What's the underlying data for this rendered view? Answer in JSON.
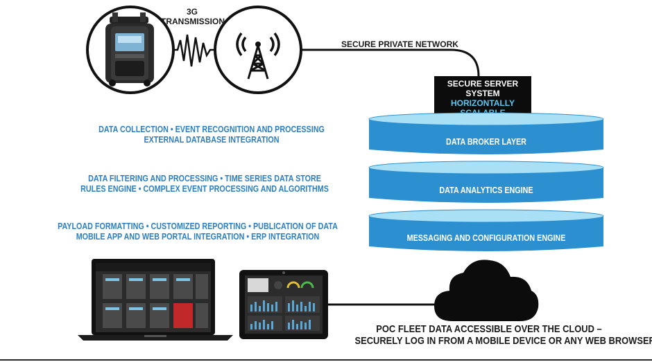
{
  "transmission": {
    "line1": "3G",
    "line2": "TRANSMISSION"
  },
  "network_label": "SECURE PRIVATE NETWORK",
  "server": {
    "line1": "SECURE SERVER SYSTEM",
    "line2": "HORIZONTALLY SCALABLE"
  },
  "layers": [
    {
      "name": "DATA BROKER LAYER",
      "desc1": "DATA COLLECTION  •  EVENT RECOGNITION AND PROCESSING",
      "desc2": "EXTERNAL DATABASE INTEGRATION"
    },
    {
      "name": "DATA ANALYTICS ENGINE",
      "desc1": "DATA FILTERING AND PROCESSING  •  TIME SERIES DATA STORE",
      "desc2": "RULES ENGINE  •  COMPLEX EVENT PROCESSING AND ALGORITHMS"
    },
    {
      "name": "MESSAGING AND CONFIGURATION ENGINE",
      "desc1": "PAYLOAD FORMATTING  •  CUSTOMIZED REPORTING  •  PUBLICATION OF DATA",
      "desc2": "MOBILE APP AND WEB PORTAL INTEGRATION  •  ERP INTEGRATION"
    }
  ],
  "cloud": {
    "line1": "POC FLEET DATA ACCESSIBLE OVER THE CLOUD –",
    "line2": "SECURELY LOG IN FROM A MOBILE DEVICE OR ANY WEB BROWSER"
  },
  "colors": {
    "layer_blue": "#2b8fd0",
    "layer_top": "#a9e0f6",
    "text_blue": "#2b7fc2",
    "server_accent": "#5bc8f0"
  }
}
